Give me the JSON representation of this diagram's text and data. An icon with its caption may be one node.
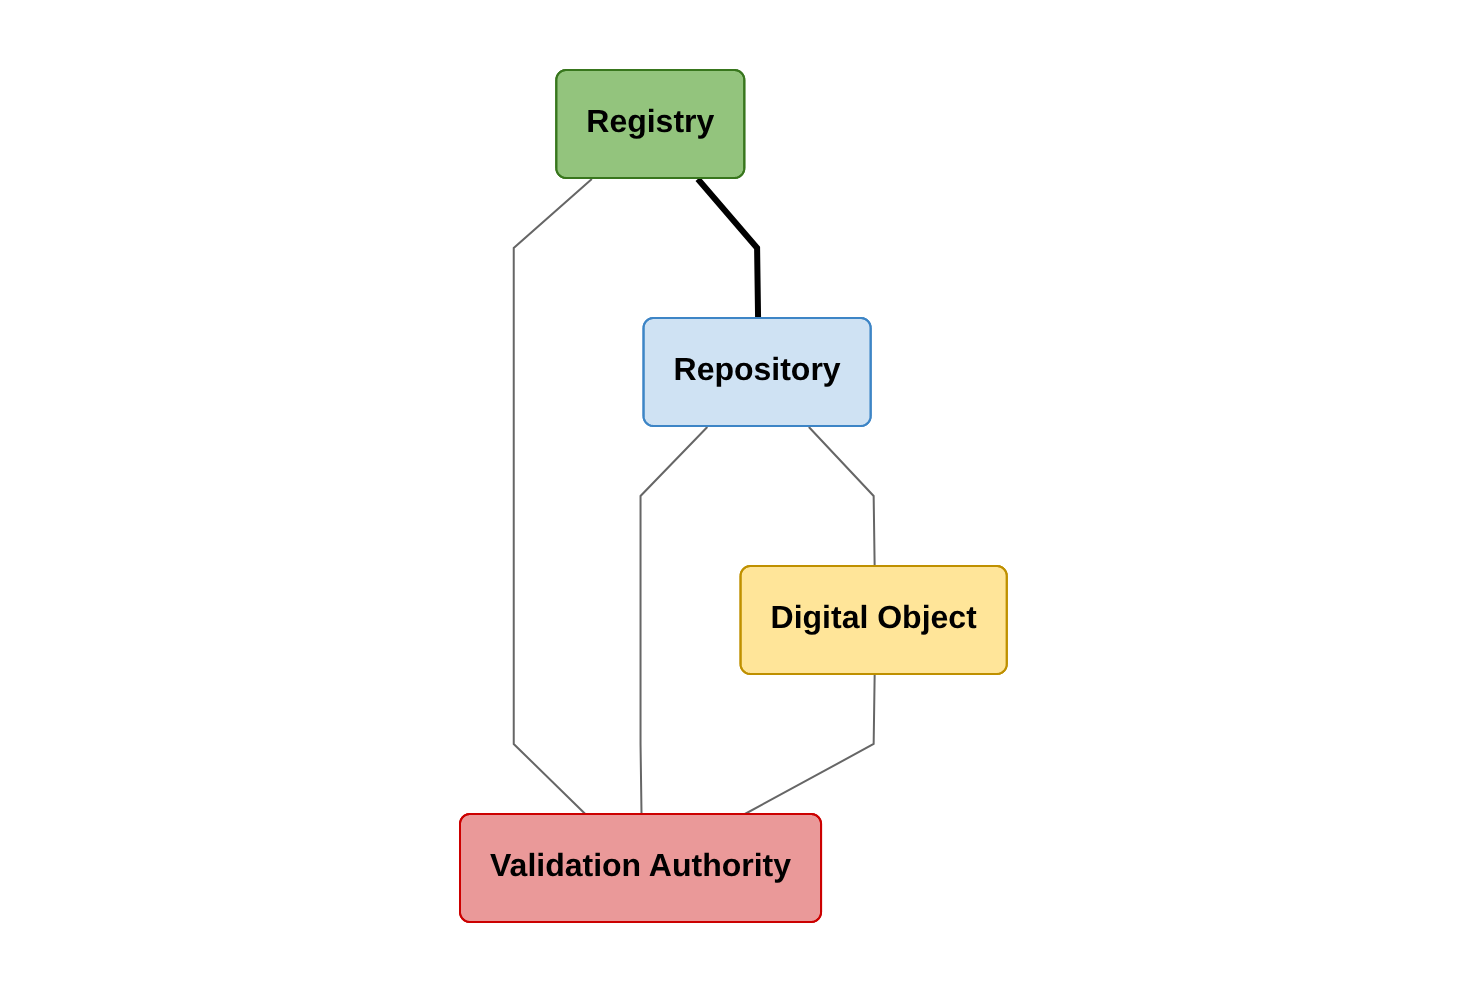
{
  "diagram": {
    "nodes": [
      {
        "text": [
          "Registry"
        ]
      },
      {
        "text": [
          "Repository"
        ]
      },
      {
        "text": [
          "Digital Object"
        ]
      },
      {
        "text": [
          "Validation Authority"
        ]
      }
    ],
    "edges": [
      {
        "from": 0,
        "to": 1,
        "arrow": "none",
        "style": "thick",
        "color": "#000000"
      },
      {
        "from": 1,
        "to": 2,
        "arrow": "none"
      },
      {
        "from": 0,
        "to": 3,
        "arrow": "none"
      },
      {
        "from": 1,
        "to": 3,
        "arrow": "none"
      },
      {
        "from": 2,
        "to": 3,
        "arrow": "none"
      }
    ]
  }
}
